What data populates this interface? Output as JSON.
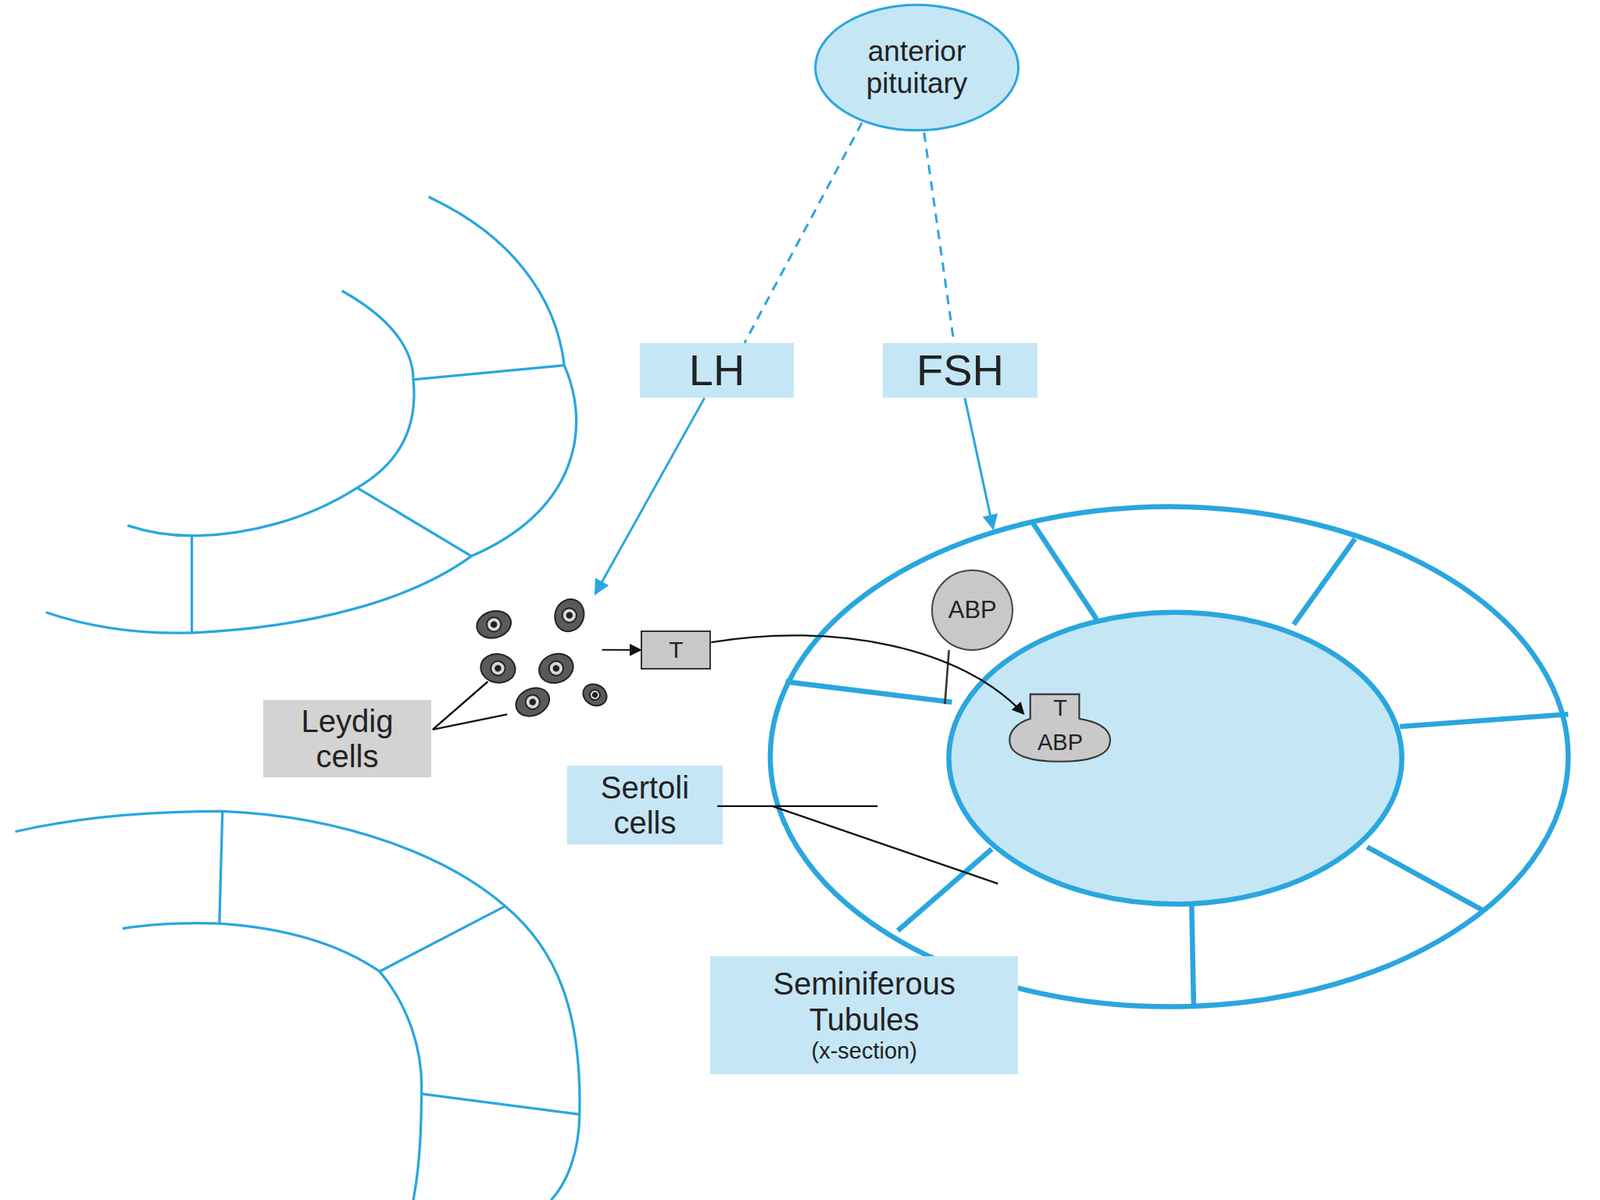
{
  "diagram": {
    "nodes": [
      {
        "text": [
          "anterior pituitary"
        ]
      },
      {
        "text": [
          "LH"
        ]
      },
      {
        "text": [
          "FSH"
        ]
      },
      {
        "text": [
          "Leydig cells"
        ]
      },
      {
        "text": [
          "T"
        ]
      },
      {
        "text": [
          "Seminiferous Tubules",
          "(x-section)"
        ]
      },
      {
        "text": [
          "ABP"
        ],
        "in": 5
      },
      {
        "text": [
          "T",
          "ABP"
        ],
        "in": 5
      },
      {
        "text": [
          "Sertoli cells"
        ]
      }
    ],
    "edges": [
      {
        "from": 0,
        "to": 1,
        "arrow": "none"
      },
      {
        "from": 0,
        "to": 2,
        "arrow": "none"
      },
      {
        "from": 1,
        "to": 3,
        "arrow": "to"
      },
      {
        "from": 2,
        "to": 5,
        "arrow": "to"
      },
      {
        "from": 3,
        "to": 4,
        "arrow": "to"
      },
      {
        "from": 4,
        "to": 7,
        "arrow": "to"
      }
    ]
  }
}
